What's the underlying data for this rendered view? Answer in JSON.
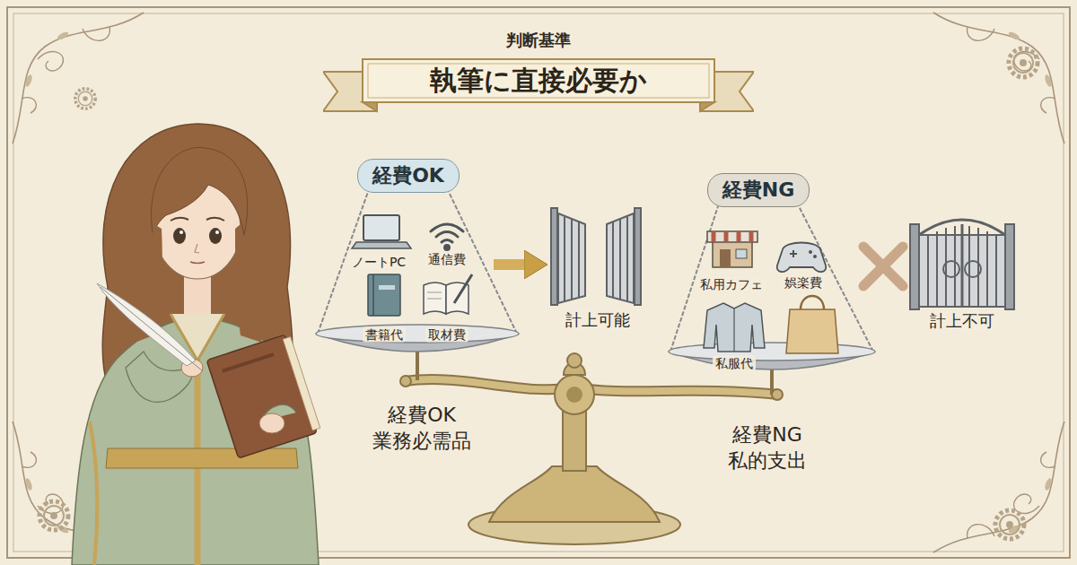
{
  "diagram": {
    "title": "判断基準",
    "nodes": [
      {
        "text": [
          "執筆に直接必要か"
        ]
      },
      {
        "text": [
          "経費OK"
        ]
      },
      {
        "text": [
          "ノートPC",
          "通信費",
          "書籍代",
          "取材費"
        ]
      },
      {
        "text": [
          "計上可能"
        ]
      },
      {
        "text": [
          "経費NG"
        ]
      },
      {
        "text": [
          "私用カフェ",
          "娯楽費",
          "私服代"
        ]
      },
      {
        "text": [
          "計上不可"
        ]
      }
    ],
    "edges": [
      {
        "from": 2,
        "to": 3,
        "arrow": "to"
      }
    ],
    "labels": [
      "経費OK 業務必需品",
      "経費NG 私的支出"
    ]
  }
}
